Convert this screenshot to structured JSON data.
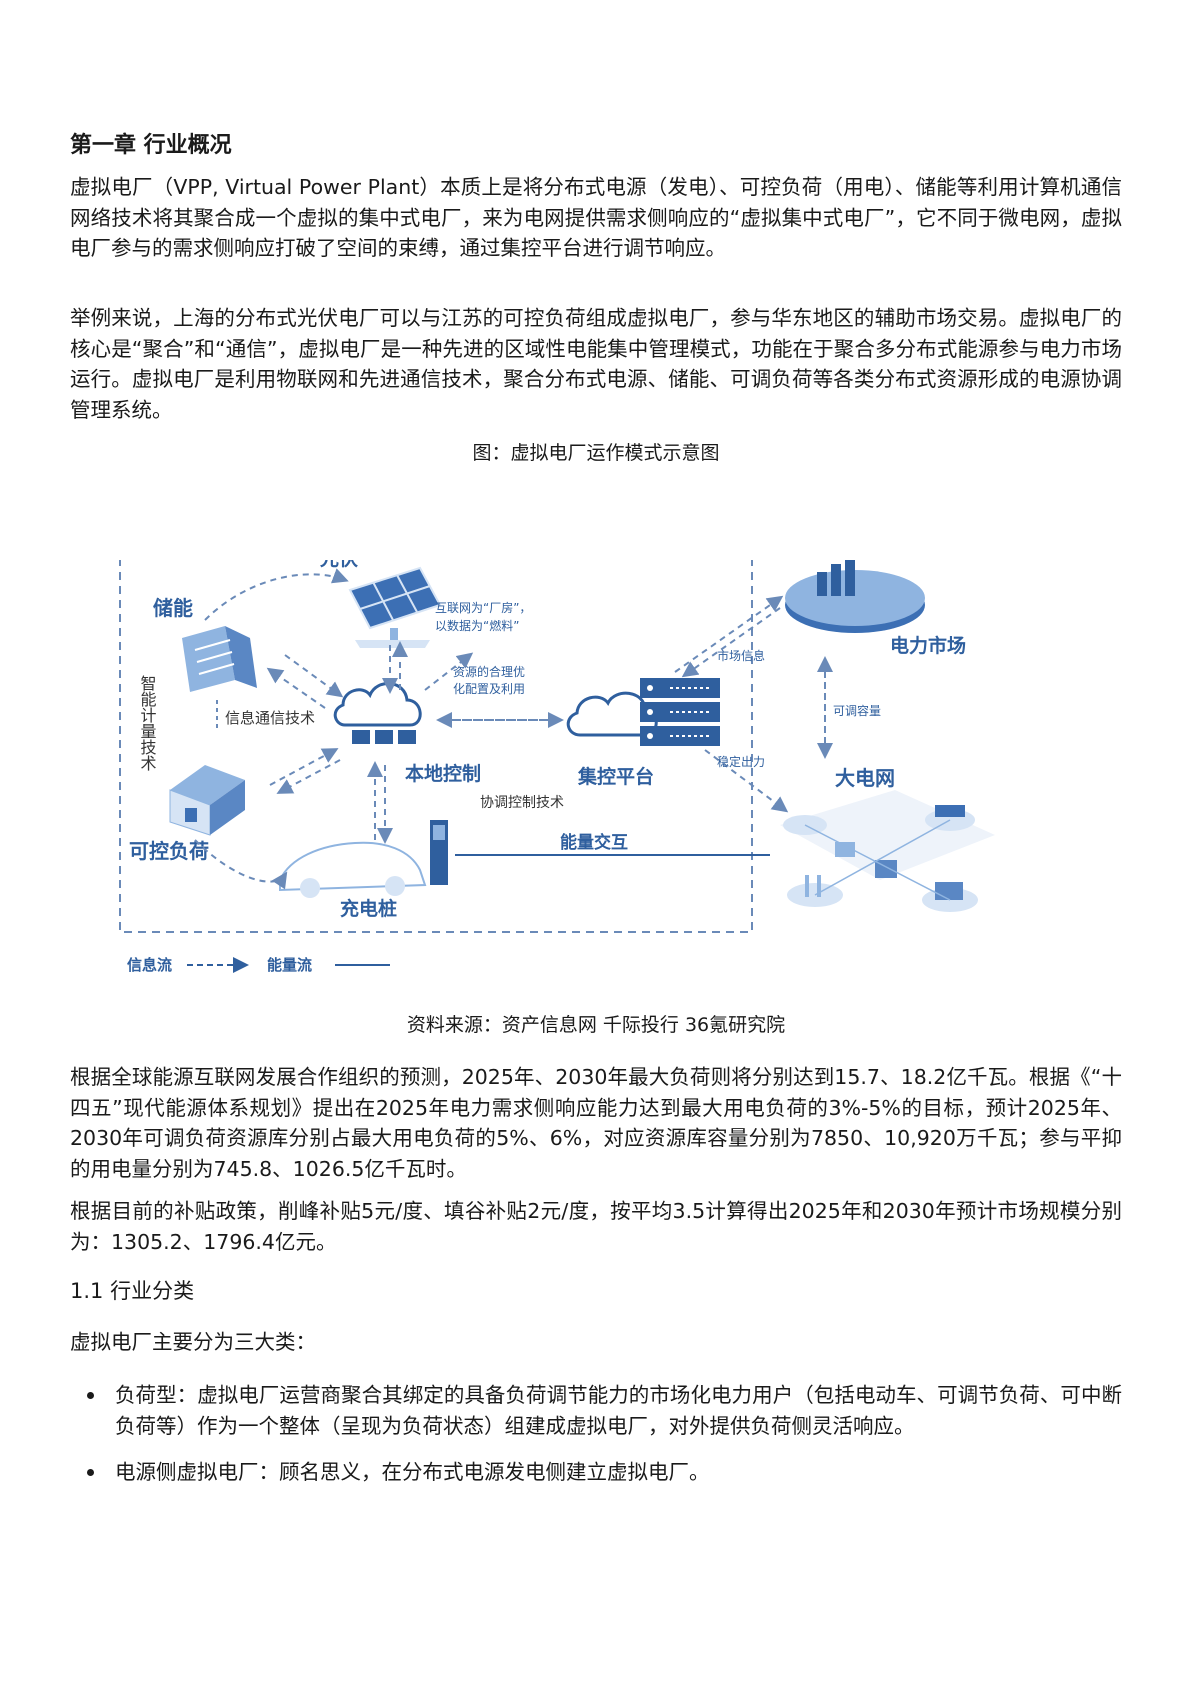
{
  "chapter_title": "第一章 行业概况",
  "paragraphs": {
    "p1": "虚拟电厂（VPP, Virtual Power Plant）本质上是将分布式电源（发电）、可控负荷（用电）、储能等利用计算机通信网络技术将其聚合成一个虚拟的集中式电厂，来为电网提供需求侧响应的“虚拟集中式电厂”，它不同于微电网，虚拟电厂参与的需求侧响应打破了空间的束缚，通过集控平台进行调节响应。",
    "p2": "举例来说，上海的分布式光伏电厂可以与江苏的可控负荷组成虚拟电厂，参与华东地区的辅助市场交易。虚拟电厂的核心是“聚合”和“通信”，虚拟电厂是一种先进的区域性电能集中管理模式，功能在于聚合多分布式能源参与电力市场运行。虚拟电厂是利用物联网和先进通信技术，聚合分布式电源、储能、可调负荷等各类分布式资源形成的电源协调管理系统。",
    "p3": "根据全球能源互联网发展合作组织的预测，2025年、2030年最大负荷则将分别达到15.7、18.2亿千瓦。根据《“十四五”现代能源体系规划》提出在2025年电力需求侧响应能力达到最大用电负荷的3%-5%的目标，预计2025年、2030年可调负荷资源库分别占最大用电负荷的5%、6%，对应资源库容量分别为7850、10,920万千瓦；参与平抑的用电量分别为745.8、1026.5亿千瓦时。",
    "p4": "根据目前的补贴政策，削峰补贴5元/度、填谷补贴2元/度，按平均3.5计算得出2025年和2030年预计市场规模分别为：1305.2、1796.4亿元。",
    "p5": "虚拟电厂主要分为三大类："
  },
  "figure": {
    "caption": "图：虚拟电厂运作模式示意图",
    "source": "资料来源：资产信息网 千际投行 36氪研究院",
    "labels": {
      "solar": "光伏",
      "storage": "储能",
      "smart_metering": "智能计量技术",
      "info_comm": "信息通信技术",
      "controllable_load": "可控负荷",
      "local_control": "本地控制",
      "charging_pile": "充电桩",
      "internet_note_1": "互联网为“厂房”，",
      "internet_note_2": "以数据为“燃料”",
      "resource_note_1": "资源的合理优",
      "resource_note_2": "化配置及利用",
      "central_platform": "集控平台",
      "coord_tech": "协调控制技术",
      "market_info": "市场信息",
      "power_market": "电力市场",
      "adjustable_capacity": "可调容量",
      "stable_output": "稳定出力",
      "big_grid": "大电网",
      "energy_exchange": "能量交互",
      "legend_info_flow": "信息流",
      "legend_energy_flow": "能量流"
    },
    "colors": {
      "primary": "#2f5f9e",
      "light": "#8fb4e0",
      "pale": "#d6e4f5",
      "dashed": "#6a8ab8"
    }
  },
  "section": {
    "heading": "1.1 行业分类"
  },
  "bullets": [
    "负荷型：虚拟电厂运营商聚合其绑定的具备负荷调节能力的市场化电力用户（包括电动车、可调节负荷、可中断负荷等）作为一个整体（呈现为负荷状态）组建成虚拟电厂，对外提供负荷侧灵活响应。",
    "电源侧虚拟电厂：顾名思义，在分布式电源发电侧建立虚拟电厂。"
  ]
}
